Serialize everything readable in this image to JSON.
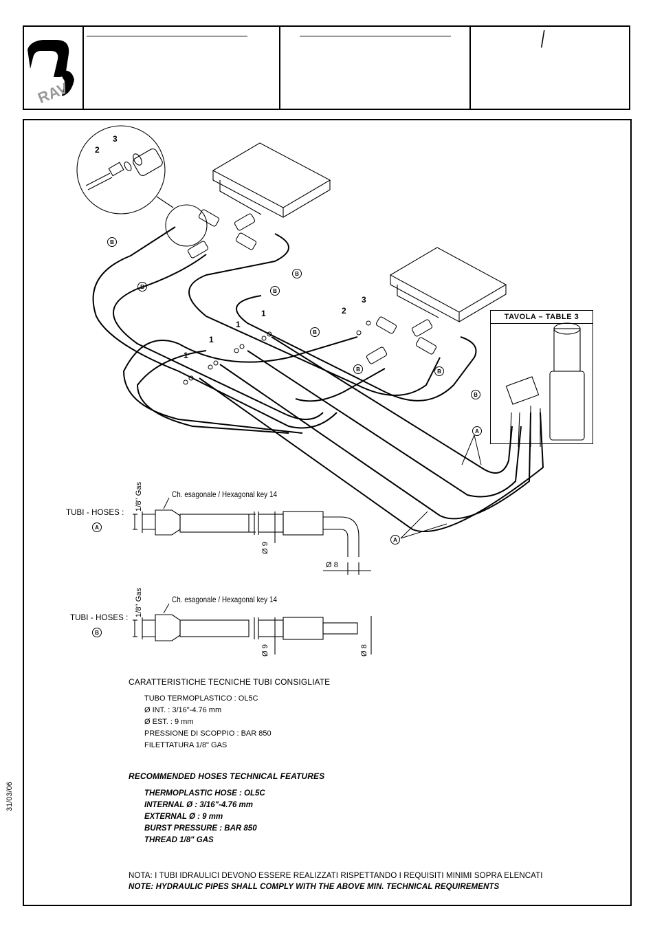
{
  "header": {
    "logo_text": "RAV",
    "rev_mark": "/"
  },
  "date": "31/03/06",
  "diagram": {
    "table_box_title": "TAVOLA  –  TABLE 3",
    "callout_numbers": [
      "1",
      "1",
      "1",
      "1",
      "2",
      "3",
      "2",
      "3"
    ],
    "hose_labels": [
      "B",
      "B",
      "B",
      "B",
      "B",
      "B",
      "B",
      "B",
      "A",
      "A"
    ]
  },
  "hose_a": {
    "label": "TUBI - HOSES :",
    "tag": "A",
    "thread": "1/8\" Gas",
    "key_note": "Ch. esagonale / Hexagonal key 14",
    "dia_hose": "Ø 9",
    "dia_pipe": "Ø 8"
  },
  "hose_b": {
    "label": "TUBI - HOSES :",
    "tag": "B",
    "thread": "1/8\" Gas",
    "key_note": "Ch. esagonale / Hexagonal key 14",
    "dia_hose": "Ø 9",
    "dia_pipe": "Ø 8"
  },
  "specs_it": {
    "title": "CARATTERISTICHE TECNICHE TUBI CONSIGLIATE",
    "lines": [
      "TUBO TERMOPLASTICO : OL5C",
      "Ø INT. : 3/16\"-4.76 mm",
      "Ø EST. : 9 mm",
      "PRESSIONE DI SCOPPIO : BAR 850",
      "FILETTATURA 1/8\" GAS"
    ]
  },
  "specs_en": {
    "title": "RECOMMENDED HOSES TECHNICAL FEATURES",
    "lines": [
      "THERMOPLASTIC HOSE : OL5C",
      "INTERNAL Ø : 3/16\"-4.76 mm",
      "EXTERNAL Ø : 9 mm",
      "BURST PRESSURE : BAR 850",
      "THREAD 1/8\" GAS"
    ]
  },
  "notes": {
    "it": "NOTA: I TUBI IDRAULICI DEVONO ESSERE REALIZZATI RISPETTANDO I REQUISITI MINIMI SOPRA ELENCATI",
    "en": "NOTE: HYDRAULIC PIPES SHALL COMPLY WITH THE ABOVE MIN. TECHNICAL REQUIREMENTS"
  }
}
